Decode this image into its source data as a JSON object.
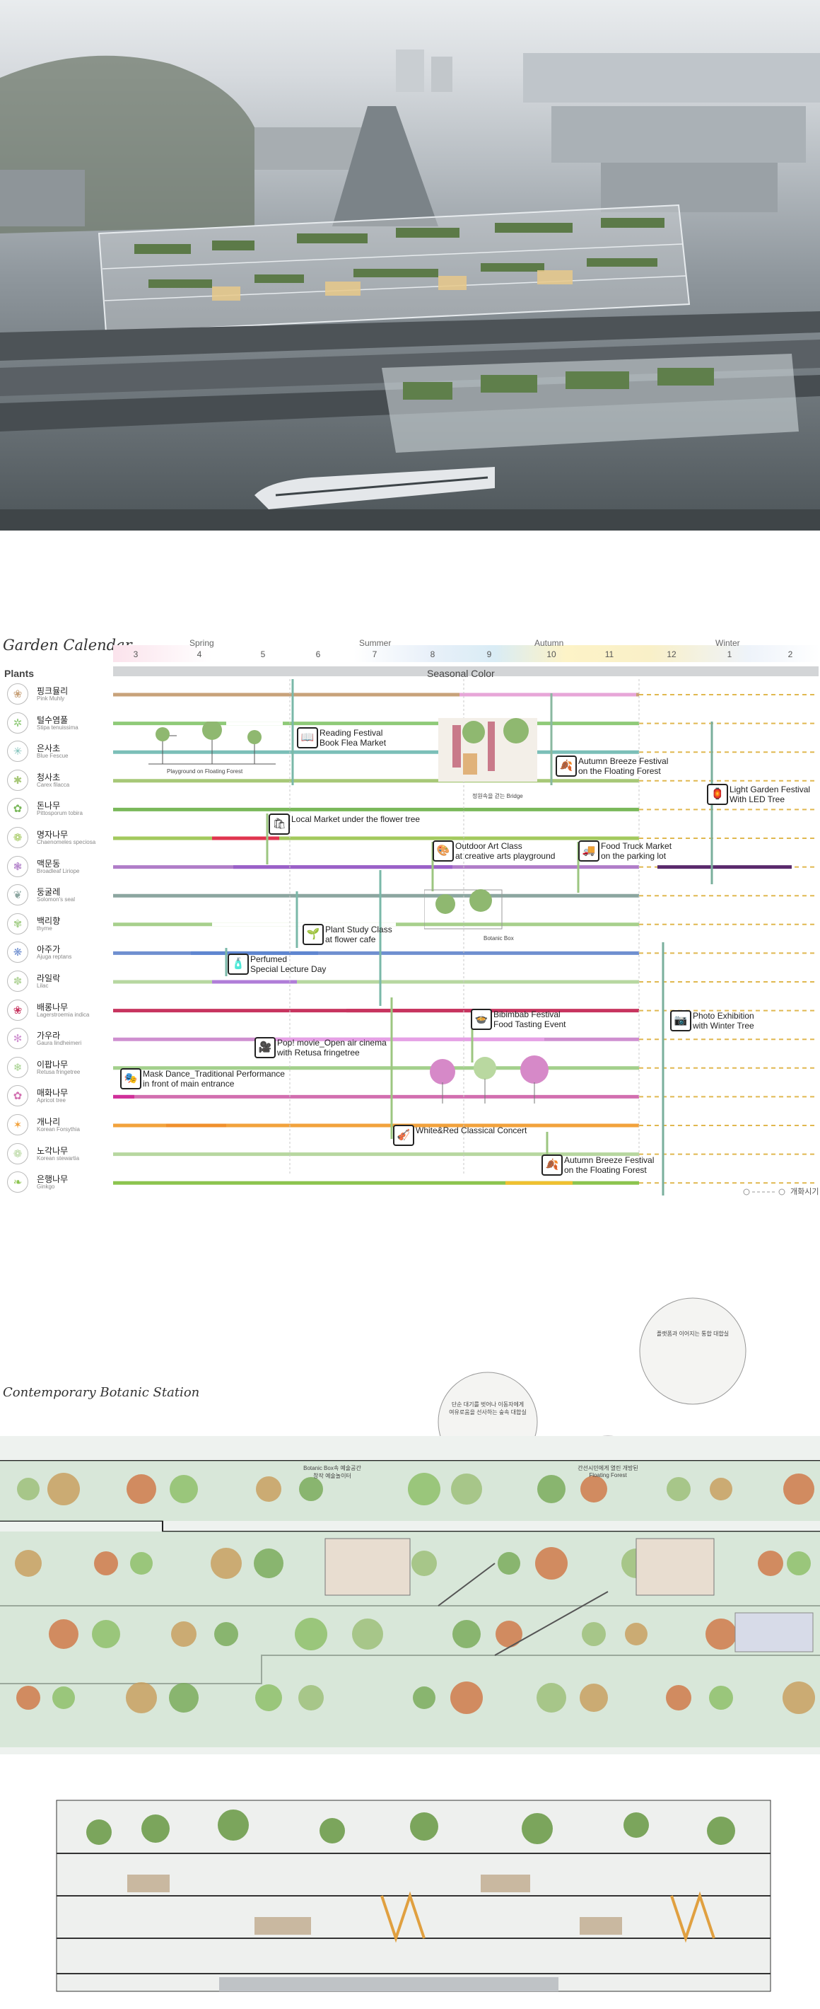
{
  "calendar": {
    "title": "Garden Calendar",
    "plants_header": "Plants",
    "seasonal_header": "Seasonal Color",
    "seasons": [
      "Spring",
      "Summer",
      "Autumn",
      "Winter"
    ],
    "months": [
      "3",
      "4",
      "5",
      "6",
      "7",
      "8",
      "9",
      "10",
      "11",
      "12",
      "1",
      "2"
    ],
    "legend": "개화시기",
    "plants": [
      {
        "ko": "핑크뮬리",
        "en": "Pink Muhly",
        "icon": "grass-icon",
        "glyph": "❀",
        "color": "#c8a27a"
      },
      {
        "ko": "털수염풀",
        "en": "Stipa tenuissima",
        "icon": "grass-icon",
        "glyph": "✲",
        "color": "#8fca78"
      },
      {
        "ko": "은사초",
        "en": "Blue Fescue",
        "icon": "grass-icon",
        "glyph": "✳",
        "color": "#7bbfb8"
      },
      {
        "ko": "청사초",
        "en": "Carex filacca",
        "icon": "grass-icon",
        "glyph": "✱",
        "color": "#a7c878"
      },
      {
        "ko": "돈나무",
        "en": "Pittosporum tobira",
        "icon": "shrub-icon",
        "glyph": "✿",
        "color": "#7ab85a"
      },
      {
        "ko": "명자나무",
        "en": "Chaenomeles speciosa",
        "icon": "flower-icon",
        "glyph": "❁",
        "color": "#a3c95e"
      },
      {
        "ko": "맥문동",
        "en": "Broadleaf Liriope",
        "icon": "flower-icon",
        "glyph": "❃",
        "color": "#b07dc8"
      },
      {
        "ko": "둥굴레",
        "en": "Solomon's seal",
        "icon": "leaf-icon",
        "glyph": "❦",
        "color": "#8ca6a0"
      },
      {
        "ko": "백리향",
        "en": "thyme",
        "icon": "flower-icon",
        "glyph": "✾",
        "color": "#a7d08c"
      },
      {
        "ko": "아주가",
        "en": "Ajuga reptans",
        "icon": "flower-icon",
        "glyph": "❋",
        "color": "#6f8fd0"
      },
      {
        "ko": "라일락",
        "en": "Lilac",
        "icon": "flower-icon",
        "glyph": "✽",
        "color": "#b7d7a0"
      },
      {
        "ko": "배롱나무",
        "en": "Lagerstroemia indica",
        "icon": "tree-icon",
        "glyph": "❀",
        "color": "#c7345f"
      },
      {
        "ko": "가우라",
        "en": "Gaura lindheimeri",
        "icon": "flower-icon",
        "glyph": "✻",
        "color": "#cf8fd0"
      },
      {
        "ko": "이팝나무",
        "en": "Retusa fringetree",
        "icon": "tree-icon",
        "glyph": "❄",
        "color": "#a3d08c"
      },
      {
        "ko": "매화나무",
        "en": "Apricot tree",
        "icon": "tree-icon",
        "glyph": "✿",
        "color": "#d26fb0"
      },
      {
        "ko": "개나리",
        "en": "Korean Forsythia",
        "icon": "flower-icon",
        "glyph": "✶",
        "color": "#f2a23c"
      },
      {
        "ko": "노각나무",
        "en": "Korean stewartia",
        "icon": "tree-icon",
        "glyph": "❁",
        "color": "#b7d7a0"
      },
      {
        "ko": "은행나무",
        "en": "Ginkgo",
        "icon": "tree-icon",
        "glyph": "❧",
        "color": "#8cc44f"
      }
    ],
    "events": [
      {
        "name": "reading-festival",
        "icon": "book-icon",
        "glyph": "📖",
        "title": "Reading Festival",
        "sub": "Book Flea Market"
      },
      {
        "name": "autumn-breeze-1",
        "icon": "leaf-icon",
        "glyph": "🍂",
        "title": "Autumn Breeze Festival",
        "sub": "on the Floating Forest"
      },
      {
        "name": "light-garden",
        "icon": "lantern-icon",
        "glyph": "🏮",
        "title": "Light Garden Festival",
        "sub": "With LED Tree"
      },
      {
        "name": "local-market",
        "icon": "market-icon",
        "glyph": "🛍",
        "title": "Local Market under the flower tree",
        "sub": ""
      },
      {
        "name": "outdoor-art",
        "icon": "palette-icon",
        "glyph": "🎨",
        "title": "Outdoor Art Class",
        "sub": "at creative arts playground"
      },
      {
        "name": "food-truck",
        "icon": "truck-icon",
        "glyph": "🚚",
        "title": "Food Truck Market",
        "sub": "on the parking lot"
      },
      {
        "name": "plant-study",
        "icon": "plant-icon",
        "glyph": "🌱",
        "title": "Plant Study Class",
        "sub": "at flower cafe"
      },
      {
        "name": "perfumed-lecture",
        "icon": "bottle-icon",
        "glyph": "🧴",
        "title": "Perfumed",
        "sub": "Special Lecture Day"
      },
      {
        "name": "bibimbab",
        "icon": "bowl-icon",
        "glyph": "🍲",
        "title": "Bibimbab Festival",
        "sub": "Food Tasting Event"
      },
      {
        "name": "photo-exhibition",
        "icon": "camera-icon",
        "glyph": "📷",
        "title": "Photo Exhibition",
        "sub": "with Winter Tree"
      },
      {
        "name": "pop-movie",
        "icon": "film-icon",
        "glyph": "🎥",
        "title": "Pop! movie_Open air cinema",
        "sub": "with Retusa fringetree"
      },
      {
        "name": "mask-dance",
        "icon": "mask-icon",
        "glyph": "🎭",
        "title": "Mask Dance_Traditional Performance",
        "sub": "in front of main entrance"
      },
      {
        "name": "classical-concert",
        "icon": "violin-icon",
        "glyph": "🎻",
        "title": "White&Red Classical Concert",
        "sub": ""
      },
      {
        "name": "autumn-breeze-2",
        "icon": "leaf-icon",
        "glyph": "🍂",
        "title": "Autumn Breeze Festival",
        "sub": "on the Floating Forest"
      }
    ],
    "scenes": {
      "playground": "Playground on Floating Forest",
      "bridge": "정원속을 걷는 Bridge",
      "botanic_box": "Botanic Box"
    }
  },
  "station": {
    "title": "Contemporary Botanic Station",
    "bubbles": [
      "Botanic Box속 예술공간\n창작 예술놀이터",
      "단순 대기를 벗어나 이동자에게\n여유로움을 선사하는 숲속 대합실",
      "간선시민에게 열린 개방된\nFloating Forest",
      "플랫폼과 이어지는 통합 대합실"
    ]
  }
}
